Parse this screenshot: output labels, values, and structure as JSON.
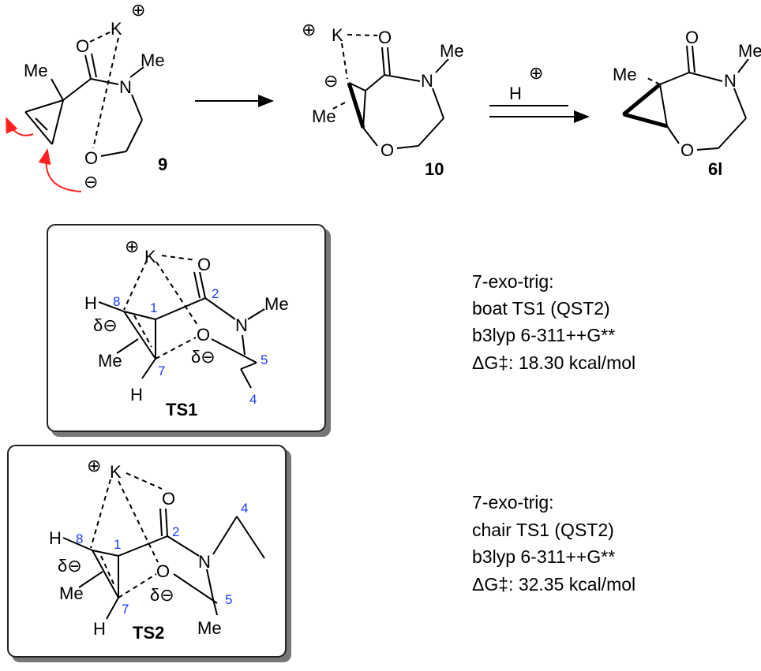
{
  "labels": {
    "K": "K",
    "O": "O",
    "N": "N",
    "Me": "Me",
    "H": "H",
    "plus": "⊕",
    "minus": "⊖",
    "delta_minus": "δ⊖",
    "compound_9": "9",
    "compound_10": "10",
    "compound_6l": "6l",
    "reagent": "H",
    "ts1": "TS1",
    "ts2": "TS2"
  },
  "atom_numbers": {
    "n1": "1",
    "n2": "2",
    "n4": "4",
    "n5": "5",
    "n7": "7",
    "n8": "8"
  },
  "ts1_info": [
    "7-exo-trig:",
    "boat TS1 (QST2)",
    "b3lyp 6-311++G**",
    "ΔG‡: 18.30 kcal/mol"
  ],
  "ts2_info": [
    "7-exo-trig:",
    "chair TS1 (QST2)",
    "b3lyp 6-311++G**",
    "ΔG‡: 32.35 kcal/mol"
  ],
  "colors": {
    "arrow": "#ff2020",
    "atom_number": "#1a3cff"
  }
}
